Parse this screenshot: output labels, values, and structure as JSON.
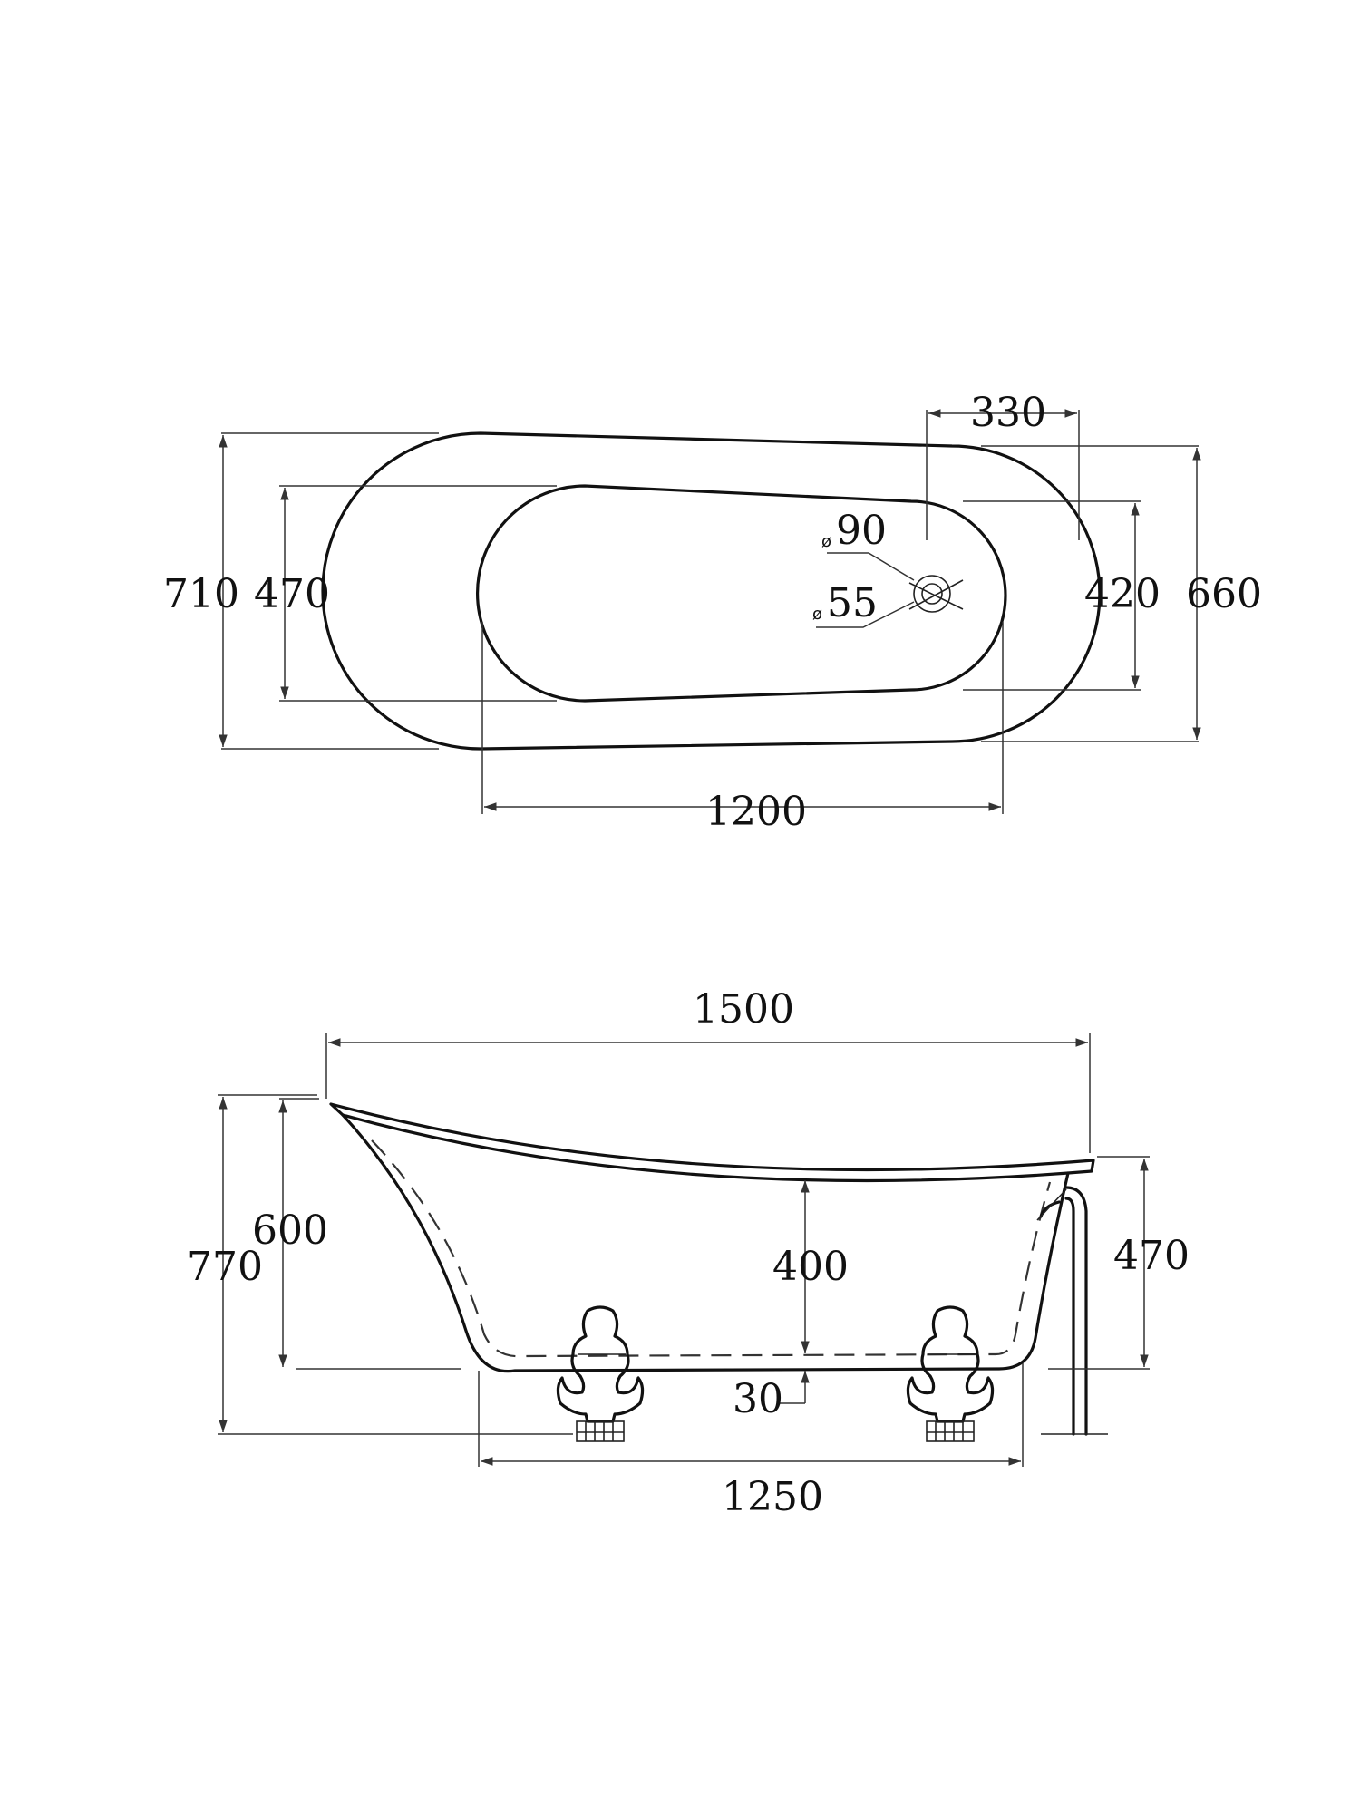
{
  "top_view": {
    "overall_length": "1200",
    "outer_width_left": "710",
    "inner_width_left": "470",
    "inner_width_right": "420",
    "outer_width_right": "660",
    "drain_offset": "330",
    "overflow_diameter": {
      "symbol": "ø",
      "value": "90"
    },
    "drain_diameter": {
      "symbol": "ø",
      "value": "55"
    }
  },
  "side_view": {
    "overall_length": "1500",
    "total_height": "770",
    "tub_height": "600",
    "low_rim_height": "470",
    "inner_depth": "400",
    "floor_clearance": "30",
    "feet_span": "1250"
  }
}
